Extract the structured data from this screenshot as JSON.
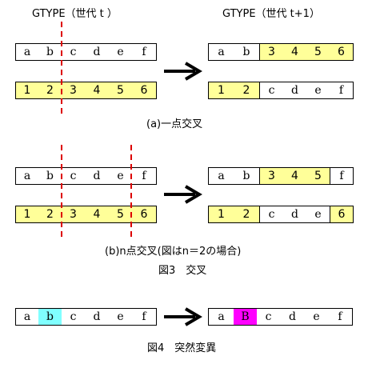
{
  "colors": {
    "yellow": "#ffff99",
    "cyan": "#80ffff",
    "magenta": "#ff00ff",
    "cut": "#dd0000",
    "arrow": "#000000"
  },
  "section_a": {
    "header_left": "GTYPE（世代 t ）",
    "header_right": "GTYPE（世代 t+1）",
    "caption": "(a)一点交叉",
    "parent1": [
      "a",
      "b",
      "c",
      "d",
      "e",
      "f"
    ],
    "parent2": [
      "1",
      "2",
      "3",
      "4",
      "5",
      "6"
    ],
    "child1": [
      "a",
      "b",
      "3",
      "4",
      "5",
      "6"
    ],
    "child2": [
      "1",
      "2",
      "c",
      "d",
      "e",
      "f"
    ]
  },
  "section_b": {
    "caption": "(b)n点交叉(図はn＝2の場合)",
    "parent1": [
      "a",
      "b",
      "c",
      "d",
      "e",
      "f"
    ],
    "parent2": [
      "1",
      "2",
      "3",
      "4",
      "5",
      "6"
    ],
    "child1": [
      "a",
      "b",
      "3",
      "4",
      "5",
      "f"
    ],
    "child2": [
      "1",
      "2",
      "c",
      "d",
      "e",
      "6"
    ]
  },
  "figure3_caption": "図3　交叉",
  "mutation": {
    "before": [
      "a",
      "b",
      "c",
      "d",
      "e",
      "f"
    ],
    "after": [
      "a",
      "B",
      "c",
      "d",
      "e",
      "f"
    ]
  },
  "figure4_caption": "図4　突然変異"
}
